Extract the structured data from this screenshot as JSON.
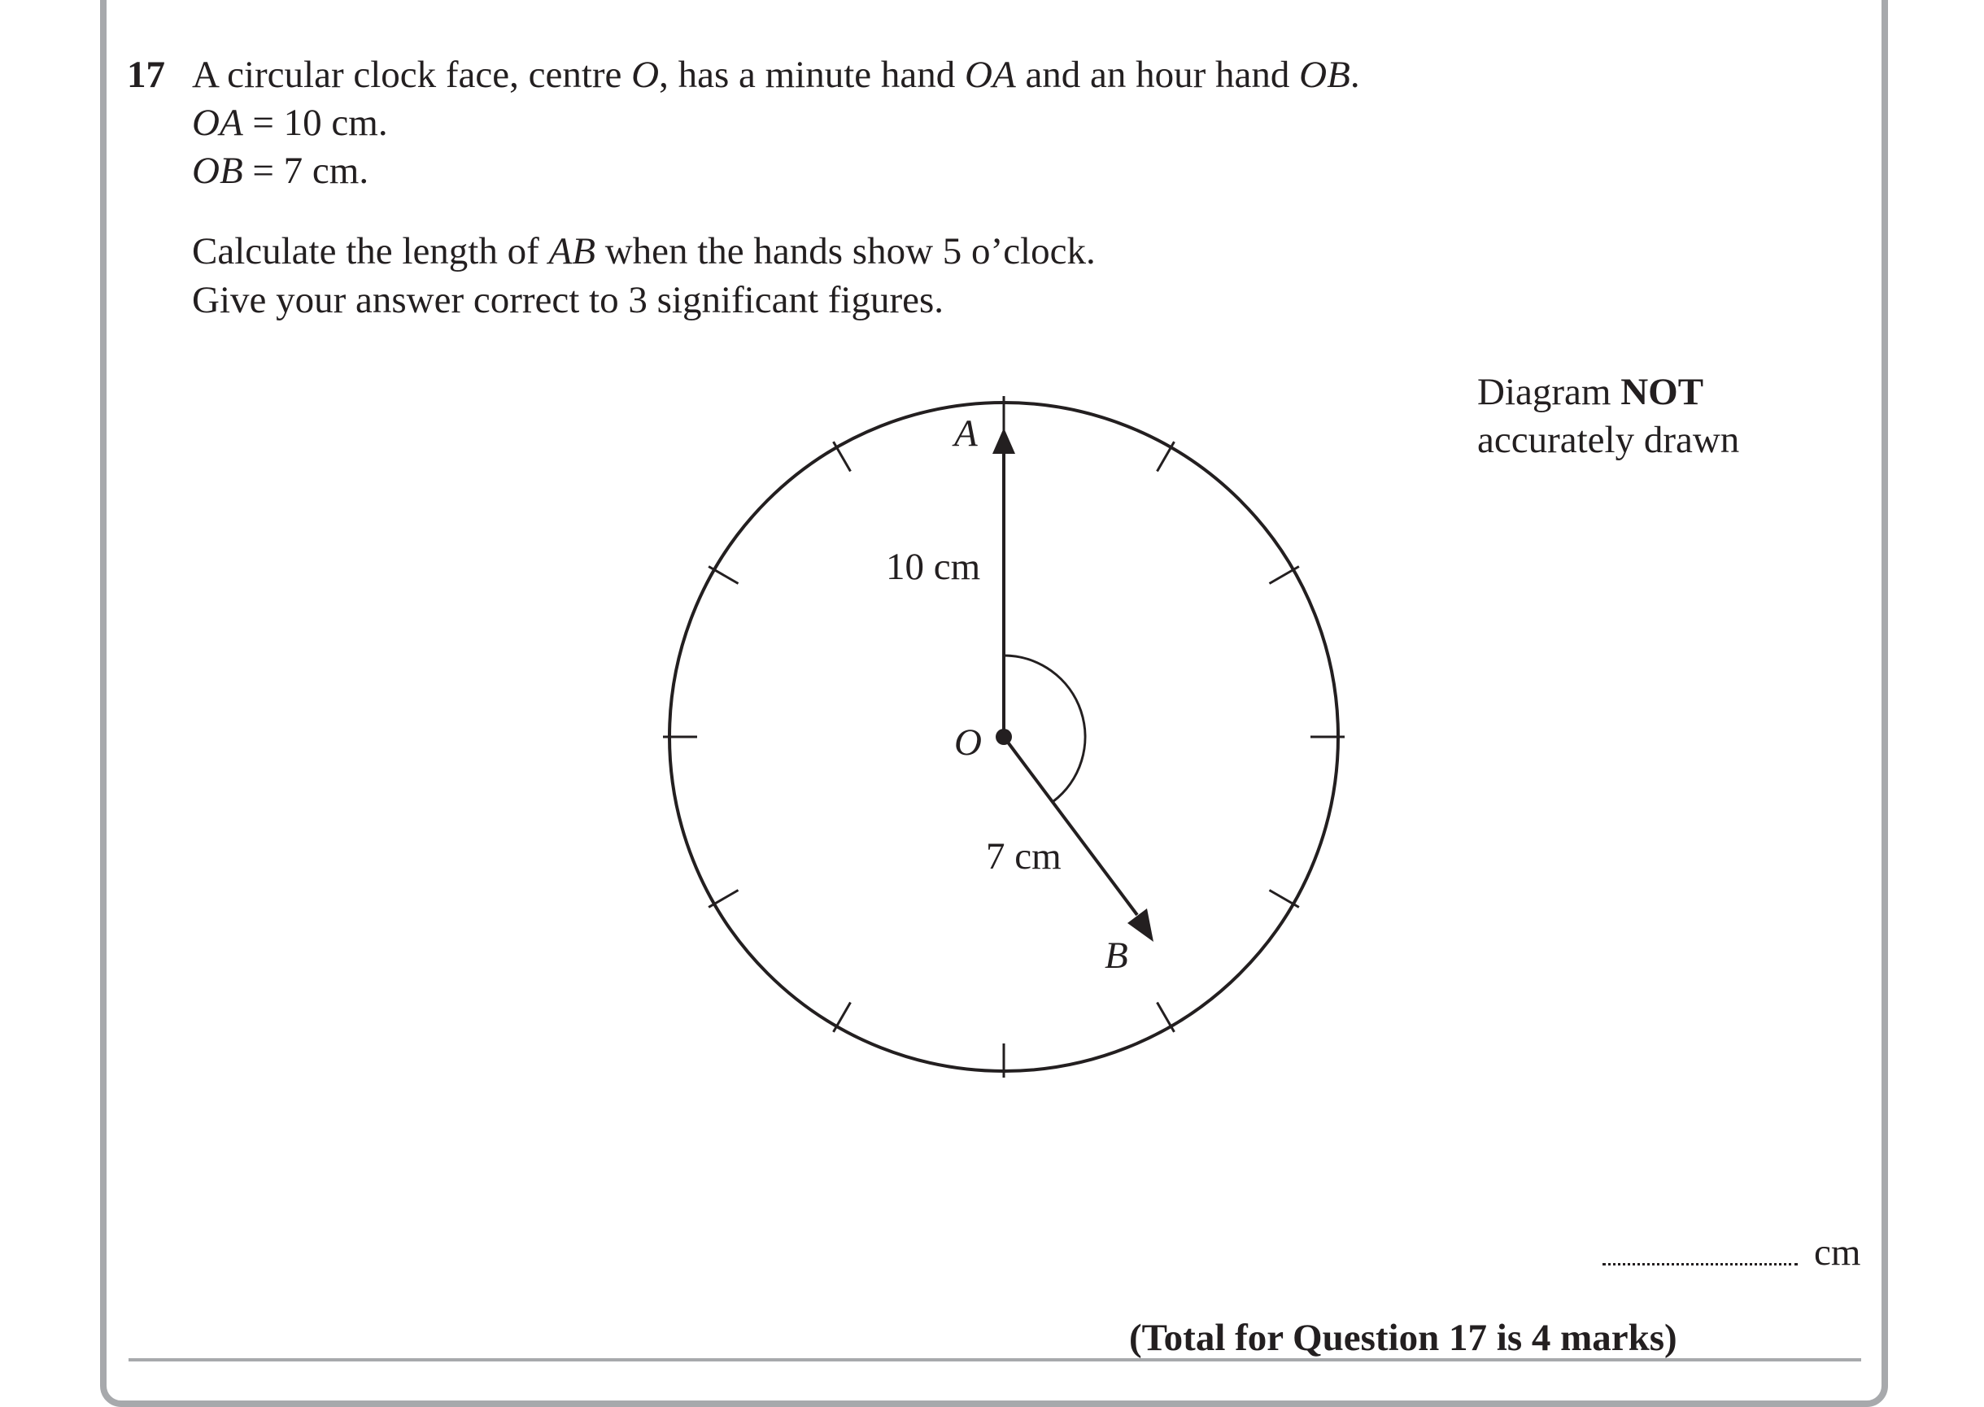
{
  "question": {
    "number": "17",
    "intro": {
      "p1": "A circular clock face, centre ",
      "o": "O",
      "p2": ", has a minute hand ",
      "oa": "OA",
      "p3": " and an hour hand ",
      "ob": "OB",
      "p4": "."
    },
    "given": [
      {
        "var": "OA",
        "rest": " = 10 cm."
      },
      {
        "var": "OB",
        "rest": " = 7 cm."
      }
    ],
    "instruction": {
      "p1": "Calculate the length of ",
      "ab": "AB",
      "p2": " when the hands show 5 o’clock."
    },
    "accuracy": "Give your answer correct to 3 significant figures."
  },
  "diagram": {
    "note_prefix": "Diagram ",
    "note_bold": "NOT",
    "note_line2": "accurately drawn",
    "label_A": "A",
    "label_B": "B",
    "label_O": "O",
    "label_OA": "10 cm",
    "label_OB": "7 cm",
    "clock_time": "5 o’clock"
  },
  "answer": {
    "unit": "cm"
  },
  "total": "(Total for Question 17 is 4 marks)"
}
